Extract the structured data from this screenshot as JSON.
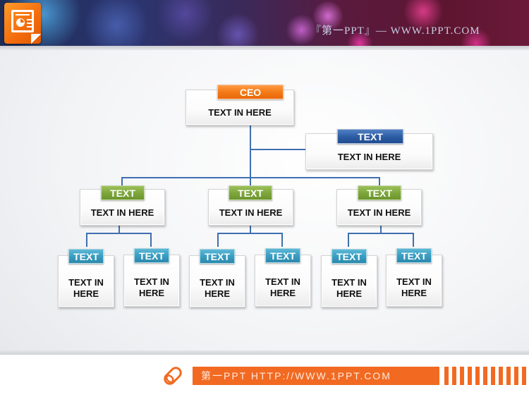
{
  "header": {
    "logo_icon": "powerpoint-icon",
    "title": "『第一PPT』— WWW.1PPT.COM"
  },
  "colors": {
    "tag_orange": "#f47a17",
    "tag_blue": "#2f5ea5",
    "tag_green": "#7ea73d",
    "tag_teal": "#3a9ec2",
    "connector": "#3f6fb0",
    "footer_accent": "#f26a22"
  },
  "org_chart": {
    "ceo": {
      "tag": "CEO",
      "text": "TEXT IN HERE"
    },
    "assistant": {
      "tag": "TEXT",
      "text": "TEXT IN HERE"
    },
    "departments": [
      {
        "tag": "TEXT",
        "text": "TEXT IN HERE",
        "children": [
          {
            "tag": "TEXT",
            "text": "TEXT IN HERE"
          },
          {
            "tag": "TEXT",
            "text": "TEXT IN HERE"
          }
        ]
      },
      {
        "tag": "TEXT",
        "text": "TEXT IN HERE",
        "children": [
          {
            "tag": "TEXT",
            "text": "TEXT IN HERE"
          },
          {
            "tag": "TEXT",
            "text": "TEXT IN HERE"
          }
        ]
      },
      {
        "tag": "TEXT",
        "text": "TEXT IN HERE",
        "children": [
          {
            "tag": "TEXT",
            "text": "TEXT IN HERE"
          },
          {
            "tag": "TEXT",
            "text": "TEXT IN HERE"
          }
        ]
      }
    ]
  },
  "footer": {
    "icon": "pencil-icon",
    "text": "第一PPT HTTP://WWW.1PPT.COM"
  }
}
